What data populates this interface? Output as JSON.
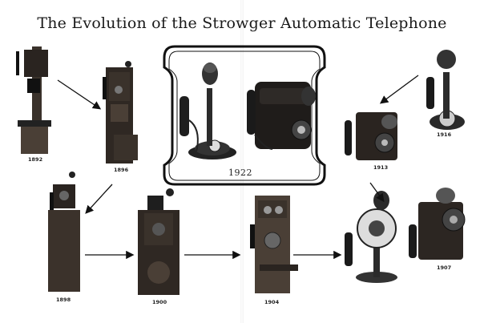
{
  "title": "The Evolution of the Strowger Automatic Telephone",
  "center_year": "1922",
  "phones": [
    {
      "id": "1892",
      "label": "1892"
    },
    {
      "id": "1896",
      "label": "1896"
    },
    {
      "id": "1898",
      "label": "1898"
    },
    {
      "id": "1900",
      "label": "1900"
    },
    {
      "id": "1904",
      "label": "1904"
    },
    {
      "id": "1907",
      "label": "1907"
    },
    {
      "id": "1913",
      "label": "1913"
    },
    {
      "id": "1916",
      "label": "1916"
    }
  ],
  "colors": {
    "wood_dark": "#2a2420",
    "wood_mid": "#4a3f36",
    "metal": "#3a3a3a",
    "ink": "#111111"
  }
}
